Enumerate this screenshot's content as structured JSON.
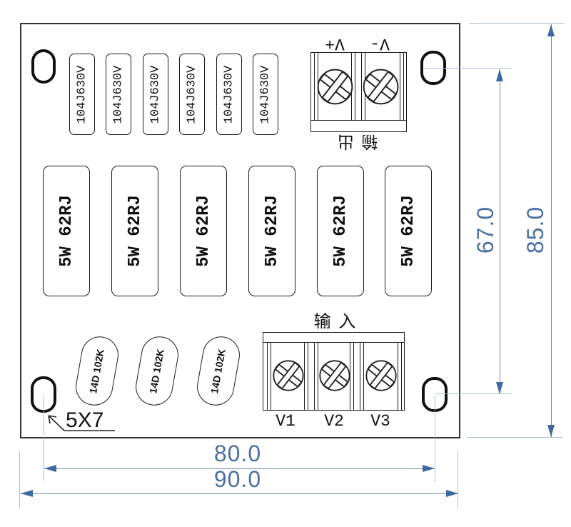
{
  "board": {
    "capacitors": {
      "label": "104J630V",
      "count": 6
    },
    "resistors": {
      "label": "5W 62RJ",
      "count": 6
    },
    "varistors": {
      "label": "14D 102K",
      "count": 3
    },
    "output_terminal": {
      "title": "输 出",
      "pin_labels": [
        "V+",
        "V-"
      ]
    },
    "input_terminal": {
      "title": "输 入",
      "pin_labels": [
        "V1",
        "V2",
        "V3"
      ]
    },
    "hole_size_label": "5X7"
  },
  "dimensions": {
    "board_width": "90.0",
    "board_height": "85.0",
    "hole_spacing_x": "80.0",
    "hole_spacing_y": "67.0"
  },
  "colors": {
    "dimension_text": "#4a6fa2",
    "dimension_line": "#6a8ab2",
    "arrowhead": "#3f69a0",
    "extension_line": "#aebfd2",
    "outline": "#333333"
  }
}
